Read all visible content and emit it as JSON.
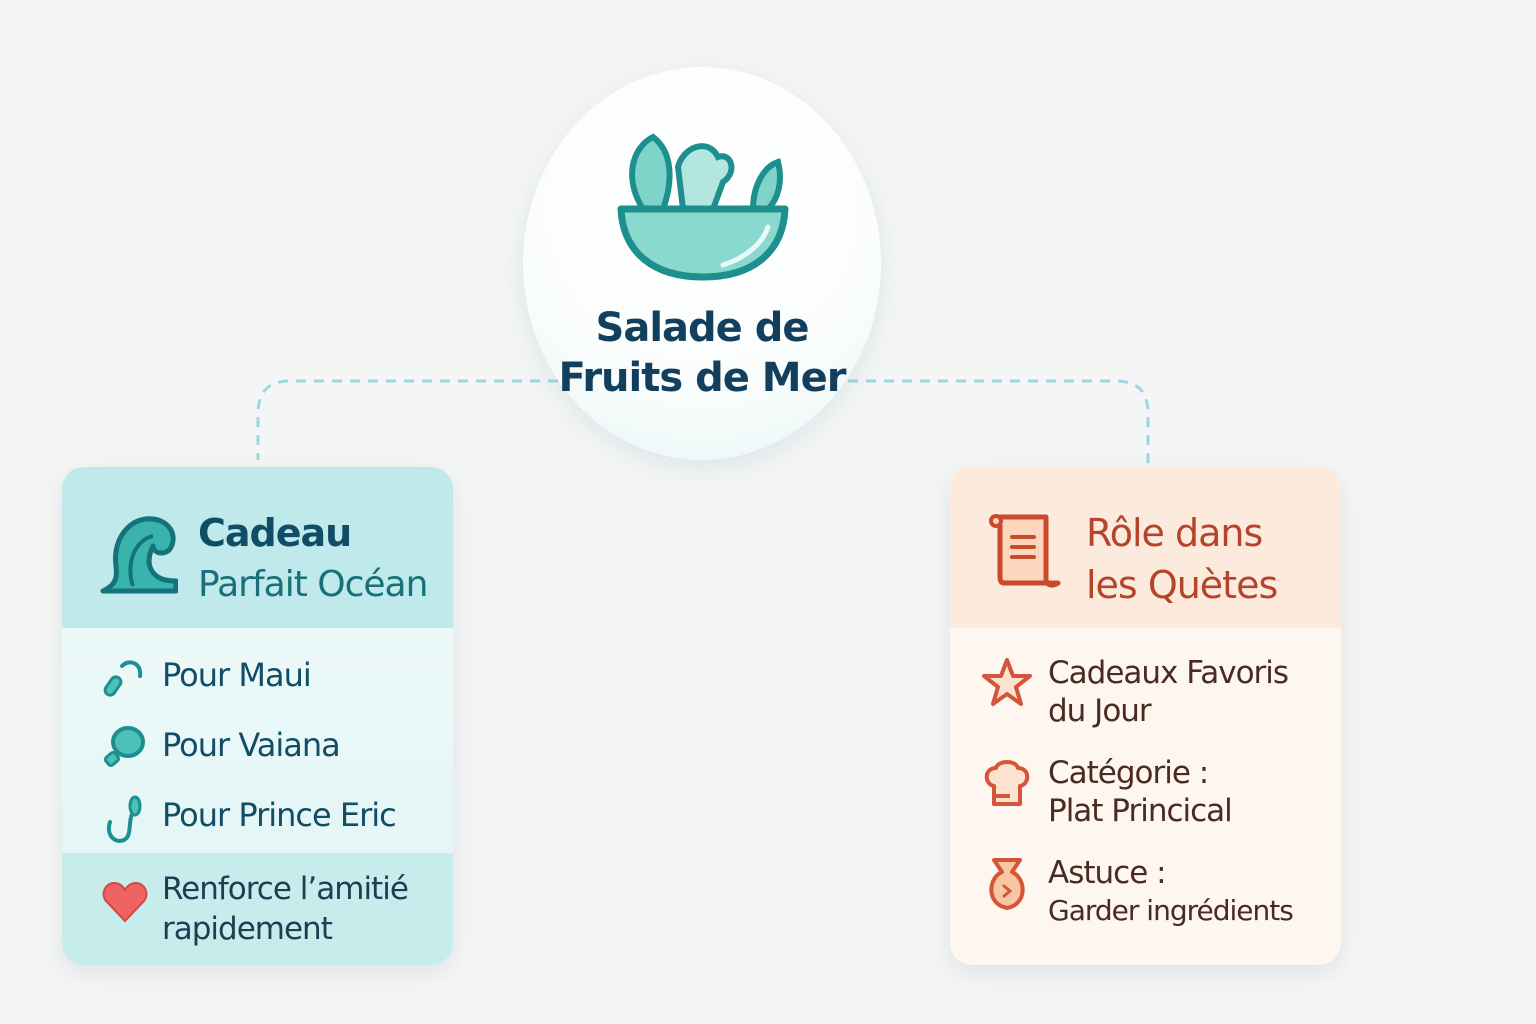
{
  "center": {
    "title_line1": "Salade de",
    "title_line2": "Fruits de Mer",
    "icon": "salad-bowl-icon"
  },
  "left_card": {
    "title_line1": "Cadeau",
    "title_line2": "Parfait Océan",
    "icon": "wave-icon",
    "items": [
      {
        "label": "Pour Maui",
        "icon": "fishhook-icon"
      },
      {
        "label": "Pour Vaiana",
        "icon": "shell-icon"
      },
      {
        "label": "Pour Prince Eric",
        "icon": "anchor-hook-icon"
      }
    ],
    "footer": {
      "line1": "Renforce l’amitié",
      "line2": "rapidement",
      "icon": "heart-icon"
    }
  },
  "right_card": {
    "title_line1": "Rôle dans",
    "title_line2": "les Quètes",
    "icon": "scroll-icon",
    "items": [
      {
        "line1": "Cadeaux Favoris",
        "line2": "du Jour",
        "icon": "star-icon"
      },
      {
        "line1": "Catégorie :",
        "line2": "Plat Princical",
        "icon": "chef-hat-icon"
      },
      {
        "line1": "Astuce :",
        "line2": "Garder ingrédients",
        "icon": "pouch-icon"
      }
    ]
  },
  "colors": {
    "teal": "#2a9d9f",
    "navy": "#133f5f",
    "orange": "#d4553a",
    "heart": "#e85a5a"
  }
}
